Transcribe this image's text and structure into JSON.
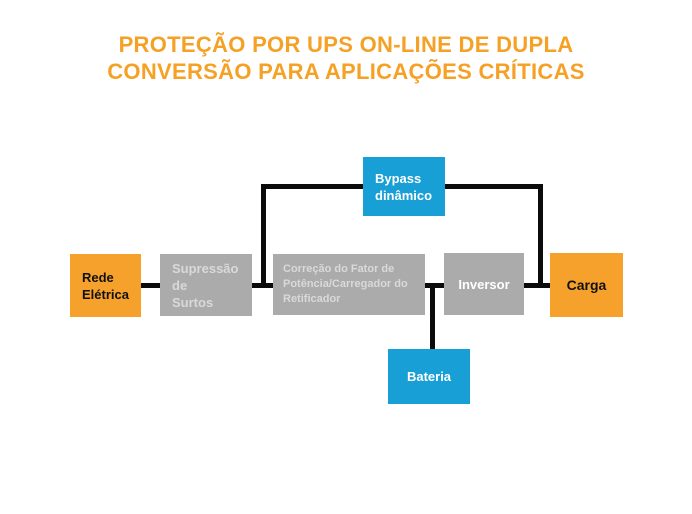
{
  "title": {
    "line1": "PROTEÇÃO POR UPS ON-LINE DE DUPLA",
    "line2": "CONVERSÃO PARA APLICAÇÕES CRÍTICAS"
  },
  "colors": {
    "orange": "#F6A12B",
    "blue": "#189FD6",
    "gray": "#ABABAB",
    "line": "#0B0B0B",
    "title": "#F5A126",
    "graytext": "#D9D9D9"
  },
  "diagram": {
    "bypass": {
      "line1": "Bypass",
      "line2": "dinâmico"
    },
    "rede": {
      "line1": "Rede",
      "line2": "Elétrica"
    },
    "supressao": {
      "line1": "Supressão de",
      "line2": "Surtos"
    },
    "retificador": {
      "line1": "Correção do Fator de",
      "line2": "Potência/Carregador do",
      "line3": "Retificador"
    },
    "inversor": {
      "label": "Inversor"
    },
    "carga": {
      "label": "Carga"
    },
    "bateria": {
      "label": "Bateria"
    }
  }
}
